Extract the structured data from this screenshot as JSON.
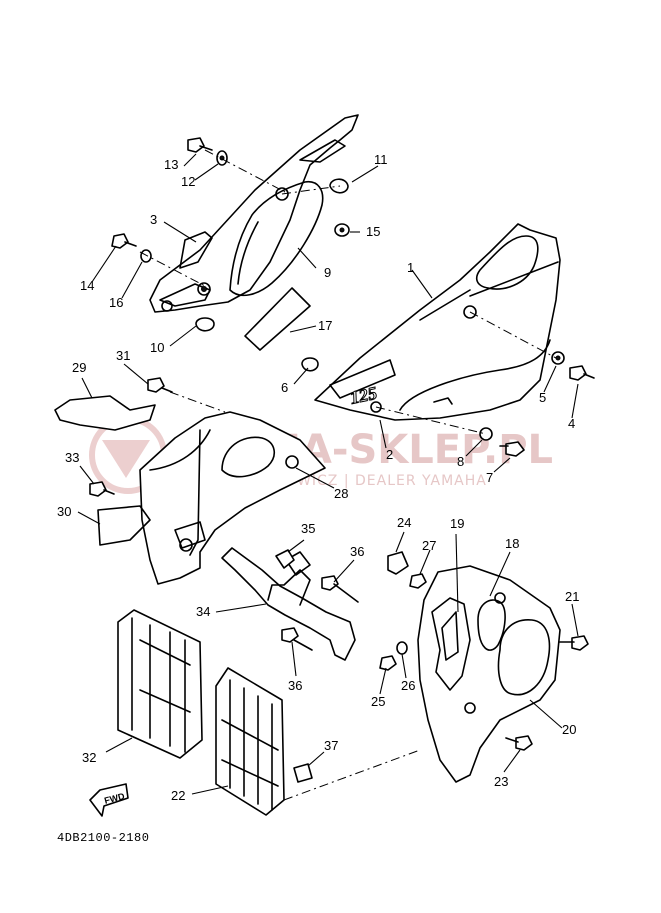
{
  "diagram_code": "4DB2100-2180",
  "watermark": {
    "brand": "YAMA-SKLEP.PL",
    "subtitle": "WOJCIECHOWICZ | DEALER YAMAHA"
  },
  "fwd_label": "FWD",
  "decal_text": "125",
  "colors": {
    "line": "#000000",
    "watermark": "#e6c7c7"
  },
  "callouts": [
    "1",
    "2",
    "3",
    "4",
    "5",
    "6",
    "7",
    "8",
    "9",
    "10",
    "11",
    "12",
    "13",
    "14",
    "15",
    "16",
    "17",
    "18",
    "19",
    "20",
    "21",
    "22",
    "23",
    "24",
    "25",
    "26",
    "27",
    "28",
    "29",
    "30",
    "31",
    "32",
    "33",
    "34",
    "35",
    "36",
    "36",
    "37"
  ]
}
